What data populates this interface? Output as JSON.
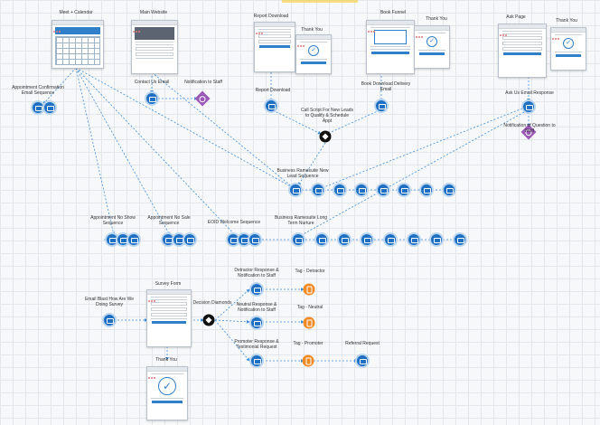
{
  "pages": {
    "meet_calendar": {
      "label": "Meet + Calendar"
    },
    "main_website": {
      "label": "Main Website"
    },
    "report_download": {
      "label": "Report Download"
    },
    "report_thank_you": {
      "label": "Thank You"
    },
    "book_funnel": {
      "label": "Book Funnel"
    },
    "book_thank_you": {
      "label": "Thank You"
    },
    "ask_page": {
      "label": "Ask Page"
    },
    "ask_thank_you": {
      "label": "Thank You"
    },
    "survey_form": {
      "label": "Survey Form"
    },
    "survey_thank_you": {
      "label": "Thank You"
    }
  },
  "labels": {
    "appointment_confirmation": "Appointment Confirmation\nEmail Sequence",
    "contact_us_email": "Contact Us Email",
    "notification_to_staff": "Notification to Staff",
    "report_download_email": "Report Download",
    "book_download_delivery": "Book Download Delivery\nEmail",
    "ask_us_email_response": "Ask Us Email Response",
    "notification_question": "Notification of Question to\nStaff",
    "call_script": "Call Script For New Leads\nto Qualify & Schedule\nAppt",
    "business_ramesuite_new": "Business Ramesuite New\nLead Sequence",
    "appointment_no_show": "Appointment No Show\nSequence",
    "appointment_no_sale": "Appointment No Sale\nSequence",
    "eoid_welcome": "EOID Welcome Sequence",
    "business_ramesuite_long": "Business Ramesuite Long\nTerm Nurture",
    "email_blast": "Email Blast How Are We\nDoing Survey",
    "decision_diamonds": "Decision Diamonds",
    "detractor_response": "Detractor Response &\nNotification to Staff",
    "tag_detractor": "Tag - Detractor",
    "neutral_response": "Neutral Response &\nNotification to Staff",
    "tag_neutral": "Tag - Neutral",
    "promoter_response": "Promoter Response &\nTestimonial Request",
    "tag_promoter": "Tag - Promoter",
    "referral_request": "Referral Request"
  },
  "colors": {
    "email_node": "#1f6fc3",
    "connector": "#3e8fd8",
    "tag": "#f08a24",
    "notification": "#9b59b6",
    "decision": "#111111"
  }
}
